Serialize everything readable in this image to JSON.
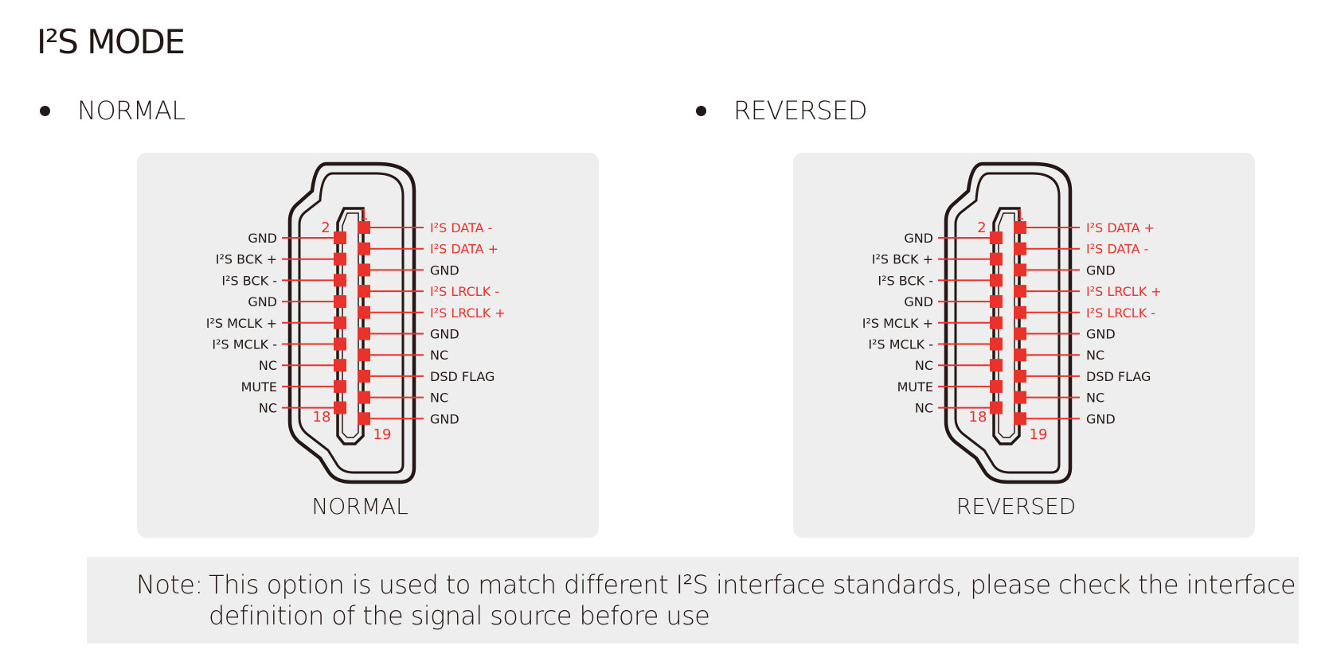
{
  "title": "I²S MODE",
  "colors": {
    "accent": "#e8322b",
    "dark": "#231815",
    "panel": "#eeeeee"
  },
  "sections": [
    {
      "bullet": "NORMAL",
      "caption": "NORMAL",
      "pin_numbers": [
        "1",
        "2",
        "18",
        "19"
      ],
      "left_pins": [
        "GND",
        "I²S BCK +",
        "I²S BCK -",
        "GND",
        "I²S MCLK +",
        "I²S MCLK -",
        "NC",
        "MUTE",
        "NC"
      ],
      "right_pins": [
        "I²S DATA -",
        "I²S DATA +",
        "GND",
        "I²S LRCLK -",
        "I²S LRCLK +",
        "GND",
        "NC",
        "DSD FLAG",
        "NC",
        "GND"
      ],
      "right_highlight": [
        true,
        true,
        false,
        true,
        true,
        false,
        false,
        false,
        false,
        false
      ]
    },
    {
      "bullet": "REVERSED",
      "caption": "REVERSED",
      "pin_numbers": [
        "1",
        "2",
        "18",
        "19"
      ],
      "left_pins": [
        "GND",
        "I²S BCK +",
        "I²S BCK -",
        "GND",
        "I²S MCLK +",
        "I²S MCLK -",
        "NC",
        "MUTE",
        "NC"
      ],
      "right_pins": [
        "I²S DATA +",
        "I²S DATA -",
        "GND",
        "I²S LRCLK +",
        "I²S LRCLK -",
        "GND",
        "NC",
        "DSD FLAG",
        "NC",
        "GND"
      ],
      "right_highlight": [
        true,
        true,
        false,
        true,
        true,
        false,
        false,
        false,
        false,
        false
      ]
    }
  ],
  "note": {
    "prefix": "Note:",
    "line1": "This option is used to match different I²S interface standards, please check the  interface",
    "line2": "definition of the signal source before use"
  }
}
